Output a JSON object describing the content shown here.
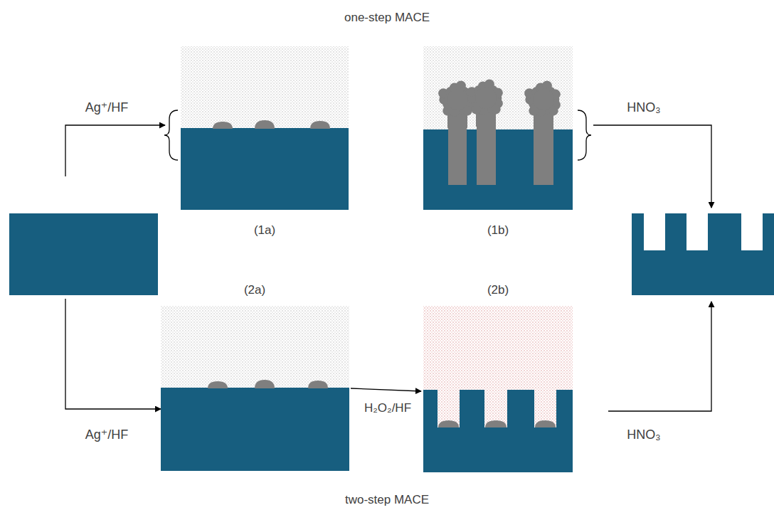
{
  "diagram": {
    "labels": [
      "one-step MACE",
      "Ag⁺/HF",
      "HNO₃",
      "(1a)",
      "(1b)",
      "(2a)",
      "(2b)",
      "H₂O₂/HF",
      "Ag⁺/HF",
      "HNO₃",
      "two-step MACE"
    ]
  }
}
